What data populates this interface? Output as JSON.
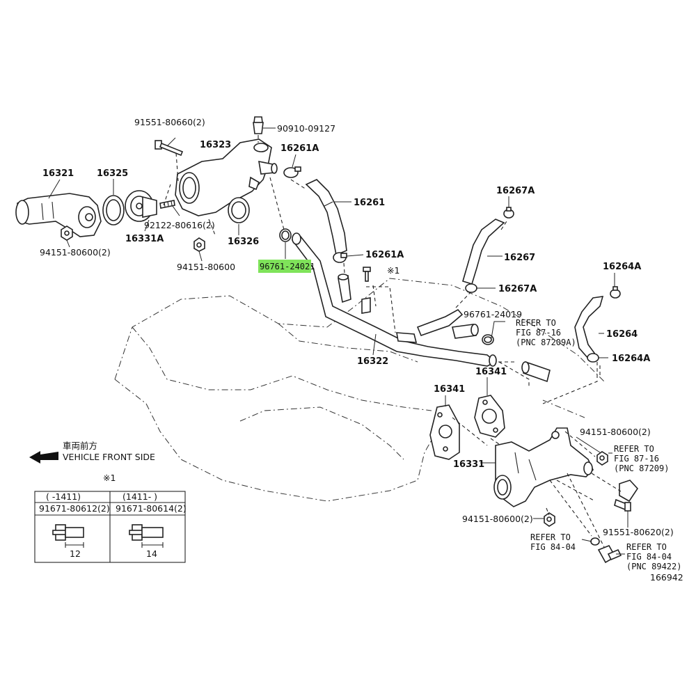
{
  "labels": {
    "p90910": "90910-09127",
    "p91551_top": "91551-80660(2)",
    "p16323": "16323",
    "p16261A_top": "16261A",
    "p16321": "16321",
    "p16325": "16325",
    "p16261": "16261",
    "p16267A_top": "16267A",
    "p92122": "92122-80616(2)",
    "p16331A": "16331A",
    "p16326": "16326",
    "p94151_left": "94151-80600(2)",
    "p94151_mid": "94151-80600",
    "p96761_24021": "96761-24021",
    "p16261A_mid": "16261A",
    "p16267": "16267",
    "p16264A_top": "16264A",
    "ref_mark_1": "※1",
    "p16267A_mid": "16267A",
    "p96761_24019": "96761-24019",
    "p16264": "16264",
    "p16264A_low": "16264A",
    "p16322": "16322",
    "p16341_a": "16341",
    "p16341_b": "16341",
    "p94151_right": "94151-80600(2)",
    "p16331": "16331",
    "p94151_low": "94151-80600(2)",
    "p91551_right": "91551-80620(2)",
    "diagram_no": "166942"
  },
  "refs": {
    "ref1": [
      "REFER TO",
      "FIG 87-16",
      "(PNC 87209A)"
    ],
    "ref2": [
      "REFER TO",
      "FIG 87-16",
      "(PNC 87209)"
    ],
    "ref3": [
      "REFER TO",
      "FIG 84-04"
    ],
    "ref4": [
      "REFER TO",
      "FIG 84-04",
      "(PNC 89422)"
    ]
  },
  "front_indicator": {
    "jp": "車両前方",
    "en": "VEHICLE FRONT SIDE"
  },
  "bolt_table": {
    "mark": "※1",
    "col1_range": "(    -1411)",
    "col2_range": "(1411-    )",
    "col1_part": "91671-80612(2)",
    "col2_part": "91671-80614(2)",
    "col1_dim": "12",
    "col2_dim": "14"
  },
  "highlight_color": "#7fe35a"
}
